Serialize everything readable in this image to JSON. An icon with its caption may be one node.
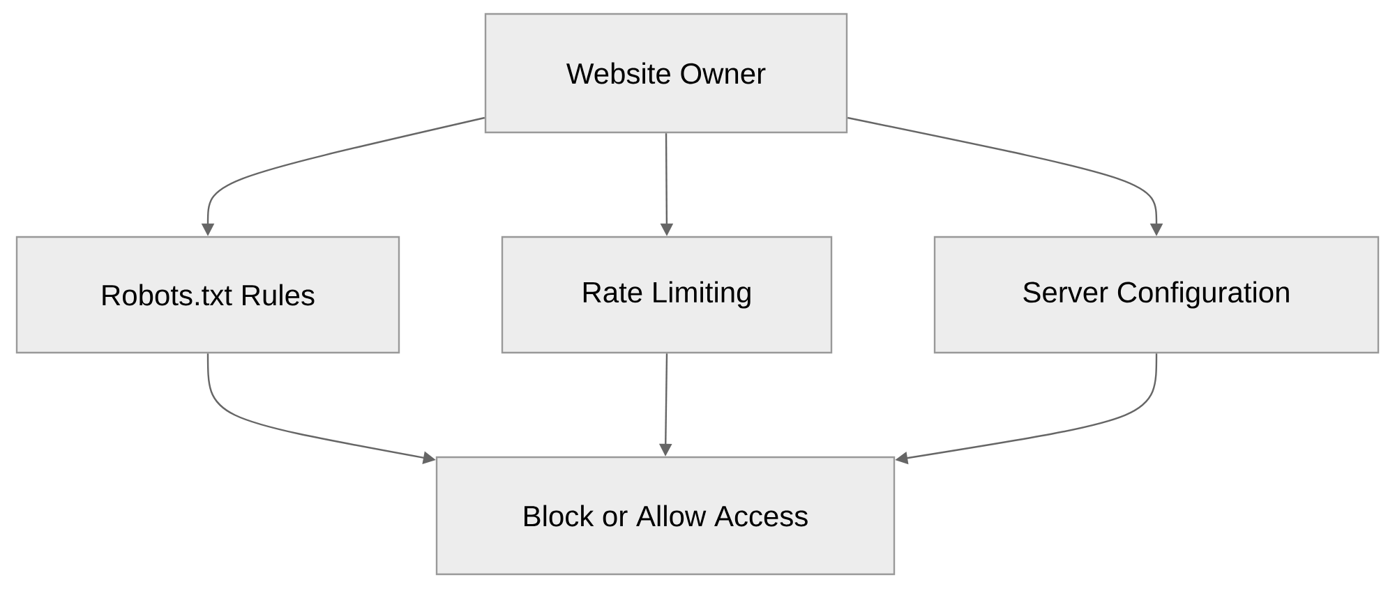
{
  "diagram": {
    "nodes": [
      {
        "text": [
          "Website Owner"
        ]
      },
      {
        "text": [
          "Robots.txt Rules"
        ]
      },
      {
        "text": [
          "Rate Limiting"
        ]
      },
      {
        "text": [
          "Server Configuration"
        ]
      },
      {
        "text": [
          "Block or Allow Access"
        ]
      }
    ],
    "edges": [
      {
        "from": 0,
        "to": 1,
        "arrow": "to"
      },
      {
        "from": 0,
        "to": 2,
        "arrow": "to"
      },
      {
        "from": 0,
        "to": 3,
        "arrow": "to"
      },
      {
        "from": 1,
        "to": 4,
        "arrow": "to"
      },
      {
        "from": 2,
        "to": 4,
        "arrow": "to"
      },
      {
        "from": 3,
        "to": 4,
        "arrow": "to"
      }
    ]
  }
}
